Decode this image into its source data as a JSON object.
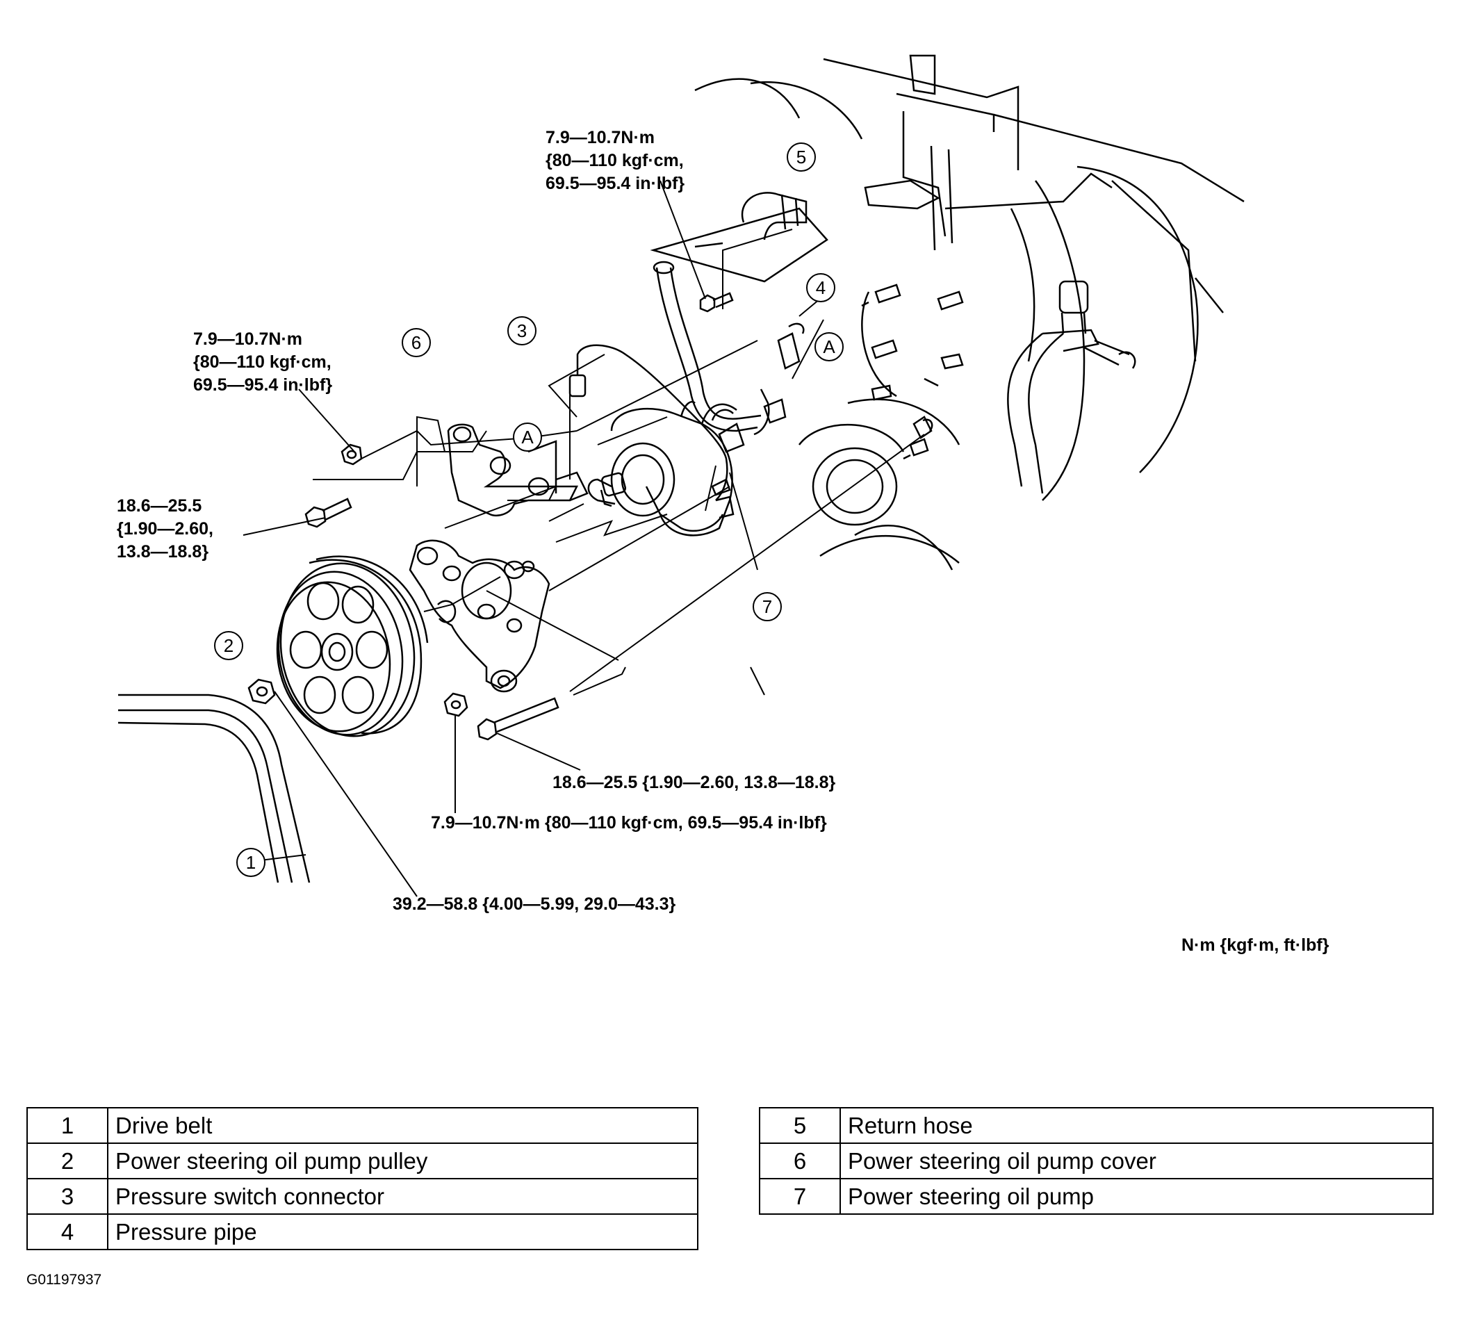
{
  "torque_specs": {
    "return_hose_bolt": [
      "7.9—10.7N·m",
      "{80—110 kgf·cm,",
      "69.5—95.4 in·lbf}"
    ],
    "cover_nut_upper": [
      "7.9—10.7N·m",
      "{80—110 kgf·cm,",
      "69.5—95.4 in·lbf}"
    ],
    "cover_bolt": [
      "18.6—25.5",
      "{1.90—2.60,",
      "13.8—18.8}"
    ],
    "long_bolt": "18.6—25.5 {1.90—2.60, 13.8—18.8}",
    "lower_nut": "7.9—10.7N·m {80—110 kgf·cm, 69.5—95.4 in·lbf}",
    "pulley_nut": "39.2—58.8 {4.00—5.99, 29.0—43.3}"
  },
  "units_note": "N·m {kgf·m, ft·lbf}",
  "callouts": {
    "c1": "1",
    "c2": "2",
    "c3": "3",
    "c4": "4",
    "c5": "5",
    "c6": "6",
    "c7": "7",
    "a1": "A",
    "a2": "A"
  },
  "legend_left": [
    {
      "num": "1",
      "label": "Drive belt"
    },
    {
      "num": "2",
      "label": "Power steering oil pump pulley"
    },
    {
      "num": "3",
      "label": "Pressure switch connector"
    },
    {
      "num": "4",
      "label": "Pressure pipe"
    }
  ],
  "legend_right": [
    {
      "num": "5",
      "label": "Return hose"
    },
    {
      "num": "6",
      "label": "Power steering oil pump cover"
    },
    {
      "num": "7",
      "label": "Power steering oil pump"
    }
  ],
  "figure_id": "G01197937",
  "colors": {
    "ink": "#000000",
    "paper": "#ffffff"
  }
}
